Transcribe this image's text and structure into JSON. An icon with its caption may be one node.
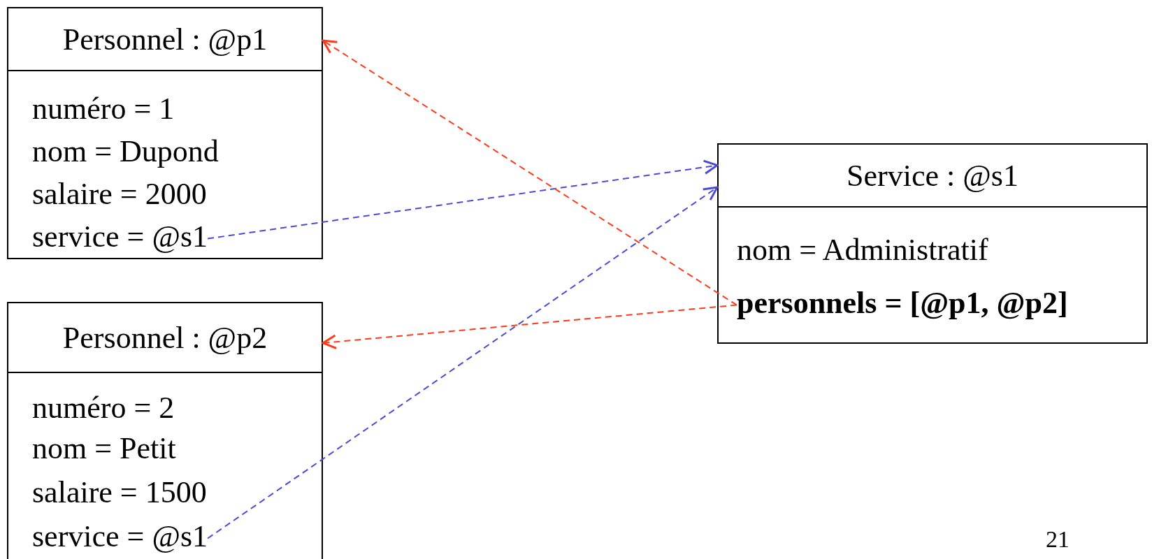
{
  "diagram": {
    "nodes": [
      {
        "text": [
          "Personnel : @p1",
          "numéro = 1",
          "nom = Dupond",
          "salaire = 2000"
        ]
      },
      {
        "text": [
          "service = @s1"
        ],
        "in": 0
      },
      {
        "text": [
          "Personnel : @p2",
          "numéro = 2",
          "nom = Petit",
          "salaire = 1500"
        ]
      },
      {
        "text": [
          "service = @s1"
        ],
        "in": 2
      },
      {
        "text": [
          "Service : @s1",
          "nom = Administratif"
        ]
      },
      {
        "text": [
          "personnels = [@p1, @p2]"
        ],
        "in": 4
      }
    ],
    "edges": [
      {
        "from": 1,
        "to": 4,
        "arrow": "to",
        "style": "dashed",
        "color": "#4a4ad8"
      },
      {
        "from": 3,
        "to": 4,
        "arrow": "to",
        "style": "dashed",
        "color": "#4a4ad8"
      },
      {
        "from": 5,
        "to": 0,
        "arrow": "to",
        "style": "dashed",
        "color": "#ff3a1a"
      },
      {
        "from": 5,
        "to": 2,
        "arrow": "to",
        "style": "dashed",
        "color": "#ff3a1a"
      }
    ],
    "labels": [
      "21"
    ]
  }
}
